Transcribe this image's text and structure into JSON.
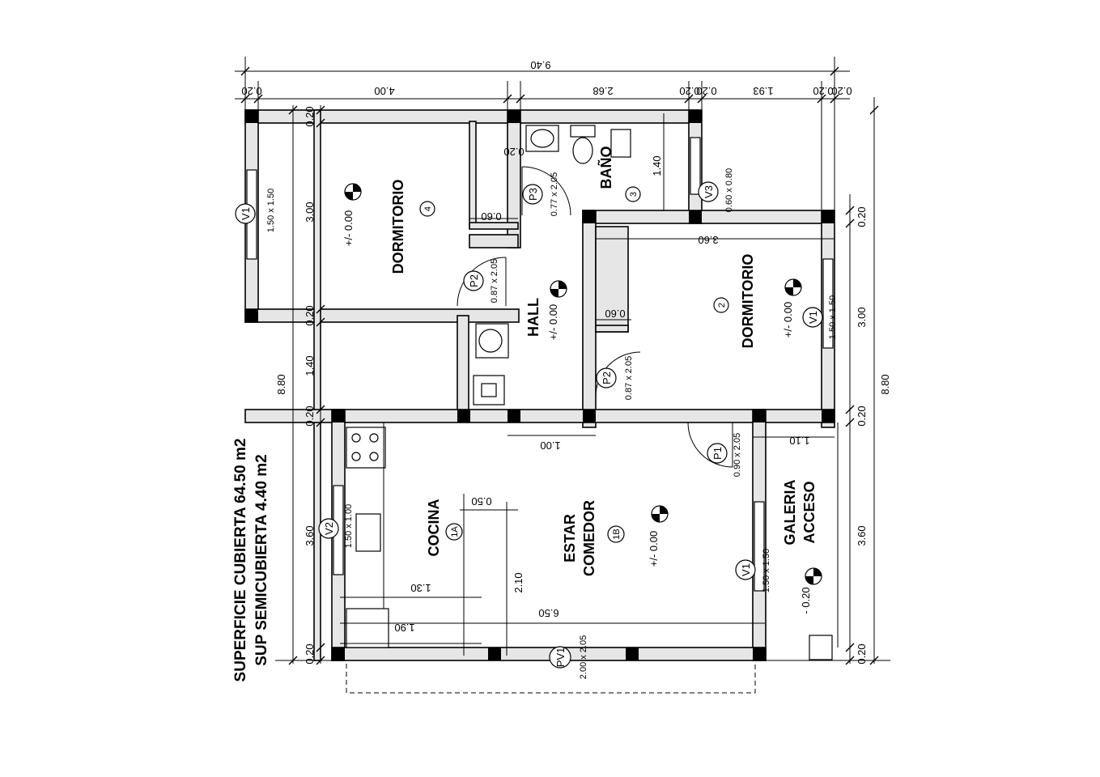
{
  "rooms": {
    "dormitorio4": {
      "name": "DORMITORIO",
      "num": "4",
      "level": "+/- 0.00"
    },
    "dormitorio2": {
      "name": "DORMITORIO",
      "num": "2",
      "level": "+/- 0.00"
    },
    "bano": {
      "name": "BAÑO",
      "num": "3"
    },
    "hall": {
      "name": "HALL",
      "level": "+/- 0.00"
    },
    "cocina": {
      "name": "COCINA",
      "num": "1A"
    },
    "estar": {
      "line1": "ESTAR",
      "line2": "COMEDOR",
      "num": "1B",
      "level": "+/- 0.00"
    },
    "galeria": {
      "line1": "GALERIA",
      "line2": "ACCESO",
      "level": "- 0.20"
    }
  },
  "openings": {
    "v1_left": {
      "tag": "V1",
      "size": "1.50 x 1.50"
    },
    "v1_right": {
      "tag": "V1",
      "size": "1.50 x 1.50"
    },
    "v1_galeria": {
      "tag": "V1",
      "size": "1.50 x 1.50"
    },
    "v2": {
      "tag": "V2",
      "size": "1.50 x 1.00"
    },
    "v3": {
      "tag": "V3",
      "size": "0.60 x 0.80"
    },
    "p1": {
      "tag": "P1",
      "size": "0.90 x 2.05"
    },
    "p2_left": {
      "tag": "P2",
      "size": "0.87 x 2.05"
    },
    "p2_right": {
      "tag": "P2",
      "size": "0.87 x 2.05"
    },
    "p3": {
      "tag": "P3",
      "size": "0.77 x 2.05"
    },
    "pv1": {
      "tag": "PV1",
      "size": "2.00 x 2.05"
    }
  },
  "dimensions": {
    "total_top": "9.40",
    "top_a": "0.20",
    "top_b": "4.00",
    "top_c": "2.68",
    "top_d": "0.20",
    "top_e": "0.20",
    "top_f": "1.93",
    "top_g": "0.20",
    "top_h": "0.20",
    "left_total": "8.80",
    "left_a": "0.20",
    "left_b": "3.00",
    "left_c": "0.20",
    "left_d": "1.40",
    "left_e": "0.20",
    "left_f": "3.60",
    "left_g": "0.20",
    "right_total": "8.80",
    "right_a": "0.20",
    "right_b": "3.00",
    "right_c": "0.20",
    "right_d": "3.60",
    "right_e": "0.20",
    "bath_140": "1.40",
    "bath_020": "0.20",
    "d060_a": "0.60",
    "d060_b": "0.60",
    "d360": "3.60",
    "d100": "1.00",
    "d110": "1.10",
    "d050": "0.50",
    "d130": "1.30",
    "d210": "2.10",
    "d650": "6.50",
    "d190": "1.90"
  },
  "summary": {
    "line1": "SUPERFICIE CUBIERTA  64.50 m2",
    "line2": "SUP SEMICUBIERTA  4.40 m2"
  }
}
